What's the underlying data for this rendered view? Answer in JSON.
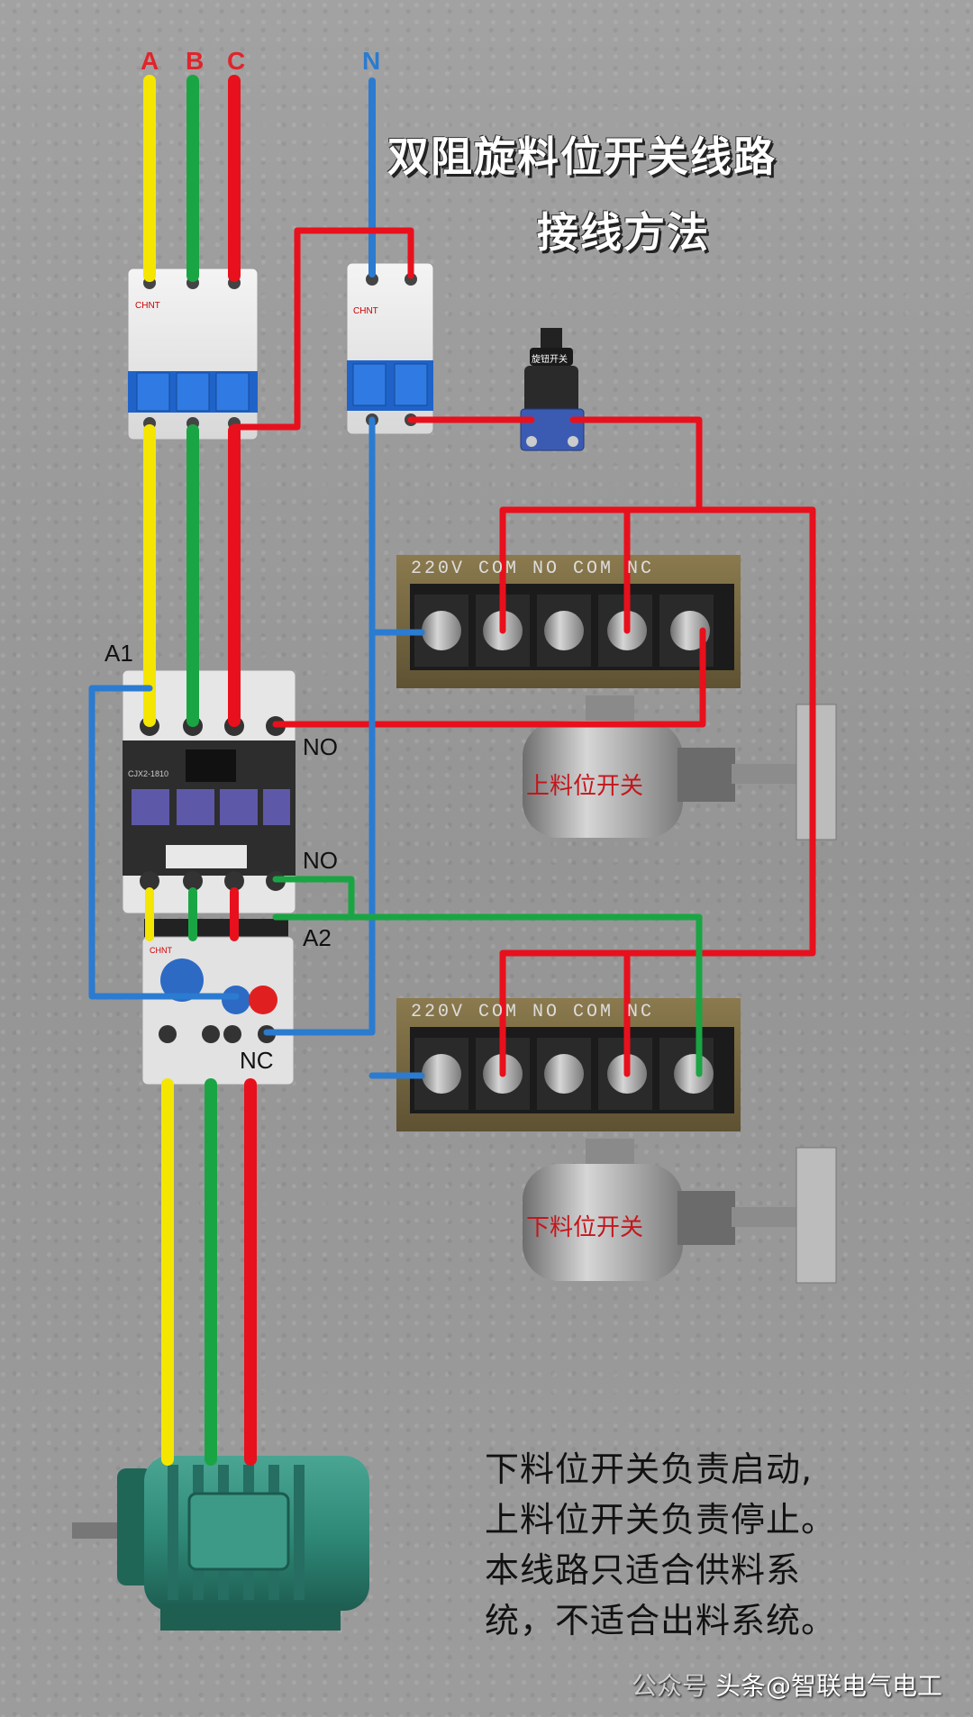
{
  "title": {
    "line1": "双阻旋料位开关线路",
    "line2": "接线方法"
  },
  "phases": {
    "a": "A",
    "b": "B",
    "c": "C",
    "n": "N"
  },
  "labels": {
    "a1": "A1",
    "a2": "A2",
    "no_top": "NO",
    "no_mid": "NO",
    "nc": "NC",
    "upper_switch": "上料位开关",
    "lower_switch": "下料位开关",
    "rotary_switch": "旋钮开关"
  },
  "terminal_strip": {
    "label": "220V  COM NO COM NC",
    "positions": [
      "220V",
      "COM",
      "NO",
      "COM",
      "NC"
    ]
  },
  "note": {
    "lines": [
      "下料位开关负责启动,",
      "上料位开关负责停止。",
      "本线路只适合供料系",
      "统，不适合出料系统。"
    ]
  },
  "watermark": {
    "prefix": "头条",
    "handle": "@智联电气电工",
    "dim_text": "公众号"
  },
  "colors": {
    "yellow": "#f4e600",
    "green": "#1aa544",
    "red": "#e8101c",
    "blue": "#2b7bd0",
    "motor": "#2f8a78"
  }
}
